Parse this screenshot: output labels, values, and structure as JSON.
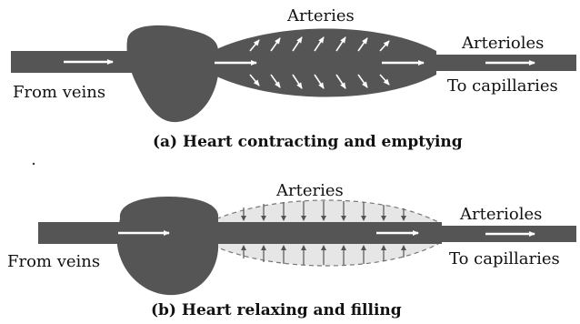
{
  "colors": {
    "vessel": "#555555",
    "vessel_dark": "#3a3a3a",
    "artery_relaxed_fill": "#e6e6e6",
    "arrow_light": "#ffffff",
    "arrow_dark": "#555555",
    "text": "#111111",
    "background": "#ffffff"
  },
  "panel_a": {
    "arteries_label": "Arteries",
    "arterioles_label": "Arterioles",
    "from_label": "From veins",
    "to_label": "To capillaries",
    "caption": "(a)  Heart contracting and emptying"
  },
  "panel_b": {
    "arteries_label": "Arteries",
    "arterioles_label": "Arterioles",
    "from_label": "From veins",
    "to_label": "To capillaries",
    "caption": "(b)  Heart relaxing and filling"
  }
}
